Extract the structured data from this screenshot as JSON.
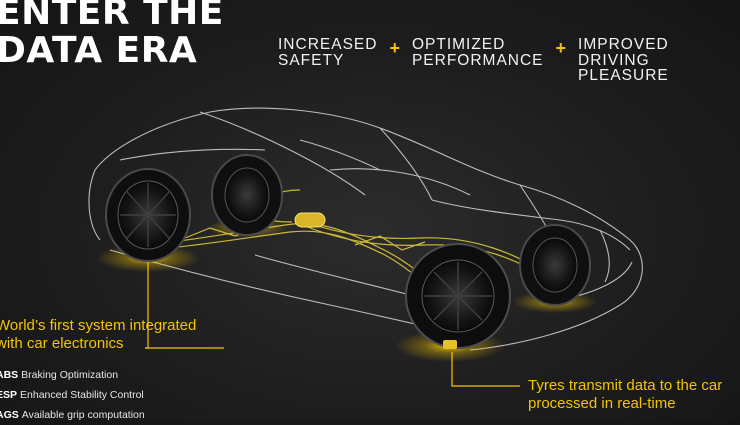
{
  "title": {
    "line1": "ENTER THE",
    "line2": "DATA ERA"
  },
  "benefits": [
    {
      "label": "INCREASED\nSAFETY"
    },
    {
      "label": "OPTIMIZED\nPERFORMANCE"
    },
    {
      "label": "IMPROVED\nDRIVING PLEASURE"
    }
  ],
  "plus_sign": "+",
  "left_callout": {
    "headline": "World’s first system integrated\nwith car electronics",
    "features": [
      {
        "abbr": "ABS",
        "text": "Braking Optimization"
      },
      {
        "abbr": "ESP",
        "text": "Enhanced Stability Control"
      },
      {
        "abbr": "AGS",
        "text": "Available grip computation"
      }
    ]
  },
  "right_callout": {
    "text": "Tyres transmit data to the car\nprocessed in real-time"
  },
  "colors": {
    "accent": "#f3c400",
    "background": "#1f1f1f",
    "outline": "#d8d8d8"
  },
  "icons": [
    "car-wireframe",
    "tyre-sensor-glow",
    "data-stream"
  ]
}
